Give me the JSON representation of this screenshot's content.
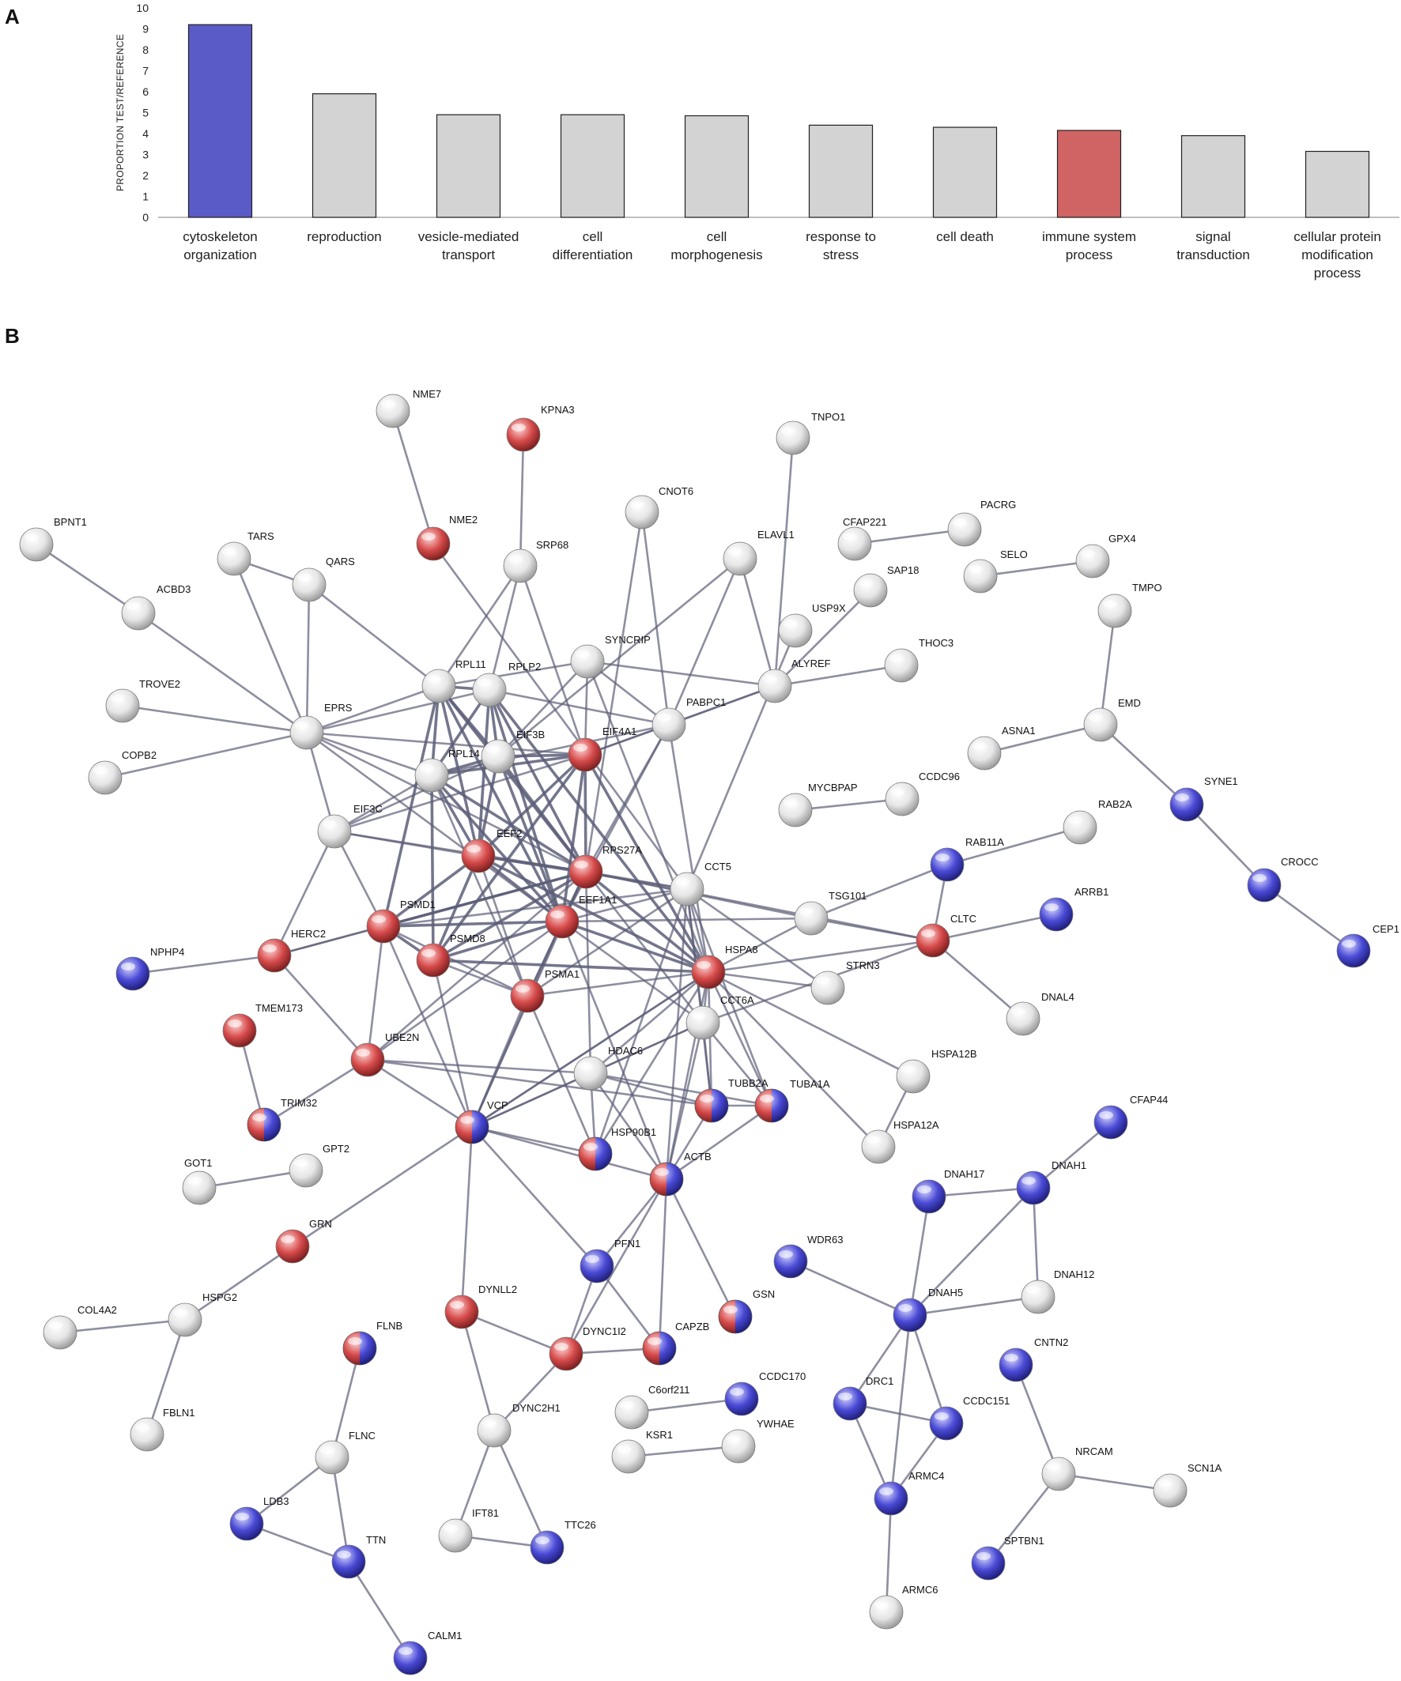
{
  "panel_a": {
    "letter": "A"
  },
  "panel_b": {
    "letter": "B"
  },
  "colors": {
    "highlight_blue": "#5a5bc6",
    "highlight_red": "#d06464",
    "bar_gray": "#d3d3d3",
    "node_gray": "#e6e6e6",
    "node_red": "#d64a4a",
    "node_blue": "#4a4ad6",
    "edge": "#5c5e78"
  },
  "chart_data": {
    "type": "bar",
    "ylabel": "PROPORTION TEST/REFERENCE",
    "ylim": [
      0,
      10
    ],
    "yticks": [
      0,
      1,
      2,
      3,
      4,
      5,
      6,
      7,
      8,
      9,
      10
    ],
    "grid": false,
    "categories": [
      [
        "cytoskeleton",
        "organization"
      ],
      [
        "reproduction"
      ],
      [
        "vesicle-mediated",
        "transport"
      ],
      [
        "cell",
        "differentiation"
      ],
      [
        "cell",
        "morphogenesis"
      ],
      [
        "response  to",
        "stress"
      ],
      [
        "cell death"
      ],
      [
        "immune  system",
        "process"
      ],
      [
        "signal",
        "transduction"
      ],
      [
        "cellular  protein",
        "modification",
        "process"
      ]
    ],
    "values": [
      9.2,
      5.9,
      4.9,
      4.9,
      4.85,
      4.4,
      4.3,
      4.15,
      3.9,
      3.15
    ],
    "bar_colors": [
      "blue",
      "gray",
      "gray",
      "gray",
      "gray",
      "gray",
      "gray",
      "red",
      "gray",
      "gray"
    ]
  },
  "network": {
    "nodes": [
      {
        "id": "NME7",
        "c": "g"
      },
      {
        "id": "KPNA3",
        "c": "r"
      },
      {
        "id": "TNPO1",
        "c": "g"
      },
      {
        "id": "CNOT6",
        "c": "g"
      },
      {
        "id": "BPNT1",
        "c": "g"
      },
      {
        "id": "NME2",
        "c": "r"
      },
      {
        "id": "TARS",
        "c": "g"
      },
      {
        "id": "QARS",
        "c": "g"
      },
      {
        "id": "SRP68",
        "c": "g"
      },
      {
        "id": "ELAVL1",
        "c": "g"
      },
      {
        "id": "CFAP221",
        "c": "g"
      },
      {
        "id": "PACRG",
        "c": "g"
      },
      {
        "id": "SELO",
        "c": "g"
      },
      {
        "id": "GPX4",
        "c": "g"
      },
      {
        "id": "ACBD3",
        "c": "g"
      },
      {
        "id": "SAP18",
        "c": "g"
      },
      {
        "id": "TMPO",
        "c": "g"
      },
      {
        "id": "USP9X",
        "c": "g"
      },
      {
        "id": "SYNCRIP",
        "c": "g"
      },
      {
        "id": "THOC3",
        "c": "g"
      },
      {
        "id": "RPL11",
        "c": "g"
      },
      {
        "id": "RPLP2",
        "c": "g"
      },
      {
        "id": "ALYREF",
        "c": "g"
      },
      {
        "id": "TROVE2",
        "c": "g"
      },
      {
        "id": "EPRS",
        "c": "g"
      },
      {
        "id": "PABPC1",
        "c": "g"
      },
      {
        "id": "EMD",
        "c": "g"
      },
      {
        "id": "EIF3B",
        "c": "g"
      },
      {
        "id": "EIF4A1",
        "c": "r"
      },
      {
        "id": "ASNA1",
        "c": "g"
      },
      {
        "id": "COPB2",
        "c": "g"
      },
      {
        "id": "RPL14",
        "c": "g"
      },
      {
        "id": "SYNE1",
        "c": "b"
      },
      {
        "id": "MYCBPAP",
        "c": "g"
      },
      {
        "id": "CCDC96",
        "c": "g"
      },
      {
        "id": "EIF3C",
        "c": "g"
      },
      {
        "id": "RAB2A",
        "c": "g"
      },
      {
        "id": "EEF2",
        "c": "r"
      },
      {
        "id": "RAB11A",
        "c": "b"
      },
      {
        "id": "RPS27A",
        "c": "r"
      },
      {
        "id": "CCT5",
        "c": "g"
      },
      {
        "id": "CROCC",
        "c": "b"
      },
      {
        "id": "TSG101",
        "c": "g"
      },
      {
        "id": "ARRB1",
        "c": "b"
      },
      {
        "id": "PSMD1",
        "c": "r"
      },
      {
        "id": "EEF1A1",
        "c": "r"
      },
      {
        "id": "CLTC",
        "c": "r"
      },
      {
        "id": "HERC2",
        "c": "r"
      },
      {
        "id": "PSMD8",
        "c": "r"
      },
      {
        "id": "CEP1",
        "c": "b"
      },
      {
        "id": "NPHP4",
        "c": "b"
      },
      {
        "id": "HSPA8",
        "c": "r"
      },
      {
        "id": "STRN3",
        "c": "g"
      },
      {
        "id": "PSMA1",
        "c": "r"
      },
      {
        "id": "DNAL4",
        "c": "g"
      },
      {
        "id": "TMEM173",
        "c": "r"
      },
      {
        "id": "CCT6A",
        "c": "g"
      },
      {
        "id": "UBE2N",
        "c": "r"
      },
      {
        "id": "HDAC6",
        "c": "g"
      },
      {
        "id": "HSPA12B",
        "c": "g"
      },
      {
        "id": "TUBB2A",
        "c": "rb"
      },
      {
        "id": "TUBA1A",
        "c": "rb"
      },
      {
        "id": "CFAP44",
        "c": "b"
      },
      {
        "id": "TRIM32",
        "c": "rb"
      },
      {
        "id": "VCP",
        "c": "rb"
      },
      {
        "id": "HSP90B1",
        "c": "rb"
      },
      {
        "id": "HSPA12A",
        "c": "g"
      },
      {
        "id": "GOT1",
        "c": "g"
      },
      {
        "id": "GPT2",
        "c": "g"
      },
      {
        "id": "ACTB",
        "c": "rb"
      },
      {
        "id": "DNAH17",
        "c": "b"
      },
      {
        "id": "DNAH1",
        "c": "b"
      },
      {
        "id": "GRN",
        "c": "r"
      },
      {
        "id": "WDR63",
        "c": "b"
      },
      {
        "id": "PFN1",
        "c": "b"
      },
      {
        "id": "DNAH12",
        "c": "g"
      },
      {
        "id": "HSPG2",
        "c": "g"
      },
      {
        "id": "DYNLL2",
        "c": "r"
      },
      {
        "id": "GSN",
        "c": "rb"
      },
      {
        "id": "DNAH5",
        "c": "b"
      },
      {
        "id": "COL4A2",
        "c": "g"
      },
      {
        "id": "FLNB",
        "c": "rb"
      },
      {
        "id": "DYNC1I2",
        "c": "r"
      },
      {
        "id": "CAPZB",
        "c": "rb"
      },
      {
        "id": "CNTN2",
        "c": "b"
      },
      {
        "id": "C6orf211",
        "c": "g"
      },
      {
        "id": "CCDC170",
        "c": "b"
      },
      {
        "id": "DRC1",
        "c": "b"
      },
      {
        "id": "CCDC151",
        "c": "b"
      },
      {
        "id": "FBLN1",
        "c": "g"
      },
      {
        "id": "KSR1",
        "c": "g"
      },
      {
        "id": "YWHAE",
        "c": "g"
      },
      {
        "id": "DYNC2H1",
        "c": "g"
      },
      {
        "id": "FLNC",
        "c": "g"
      },
      {
        "id": "NRCAM",
        "c": "g"
      },
      {
        "id": "SCN1A",
        "c": "g"
      },
      {
        "id": "LDB3",
        "c": "b"
      },
      {
        "id": "ARMC4",
        "c": "b"
      },
      {
        "id": "IFT81",
        "c": "g"
      },
      {
        "id": "TTC26",
        "c": "b"
      },
      {
        "id": "TTN",
        "c": "b"
      },
      {
        "id": "SPTBN1",
        "c": "b"
      },
      {
        "id": "ARMC6",
        "c": "g"
      },
      {
        "id": "CALM1",
        "c": "b"
      }
    ]
  }
}
